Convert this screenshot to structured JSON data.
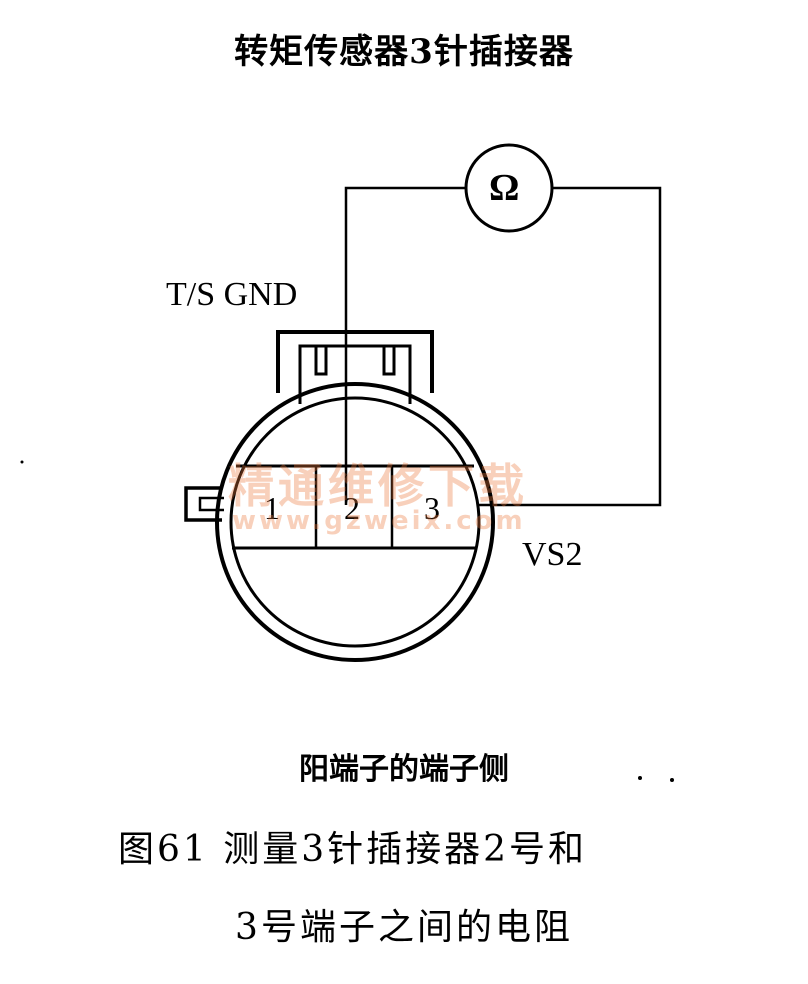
{
  "title": "转矩传感器3针插接器",
  "labels": {
    "meter": "Ω",
    "ts_gnd": "T/S GND",
    "vs2": "VS2",
    "pin1": "1",
    "pin2": "2",
    "pin3": "3"
  },
  "side_label": "阳端子的端子侧",
  "caption": {
    "line1": "图61  测量3针插接器2号和",
    "line2": "3号端子之间的电阻"
  },
  "watermark": {
    "text": "精通维修下载",
    "url": "www.gzweix.com"
  }
}
